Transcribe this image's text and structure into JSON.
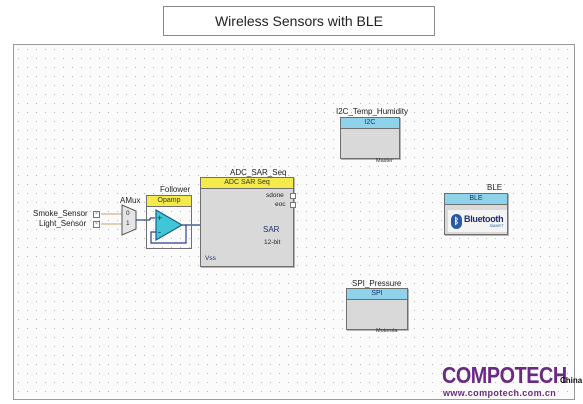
{
  "title": "Wireless Sensors with BLE",
  "inputs": {
    "smoke_sensor": "Smoke_Sensor",
    "light_sensor": "Light_Sensor"
  },
  "amux": {
    "name": "AMux",
    "pin0": "0",
    "pin1": "1"
  },
  "follower": {
    "name": "Follower",
    "type": "Opamp",
    "plus": "+",
    "minus": "-"
  },
  "adc": {
    "name": "ADC_SAR_Seq",
    "type": "ADC SAR Seq",
    "sdone": "sdone",
    "eoc": "eoc",
    "sar": "SAR",
    "resolution": "12-bit",
    "vss": "Vss"
  },
  "i2c": {
    "name": "I2C_Temp_Humidity",
    "type": "I2C",
    "mode": "Master"
  },
  "ble": {
    "name": "BLE",
    "type": "BLE",
    "logo_word": "Bluetooth",
    "logo_sub": "SMART"
  },
  "spi": {
    "name": "SPI_Pressure",
    "type": "SPI",
    "mode": "Motorola"
  },
  "watermark": {
    "brand": "COMPOTECH",
    "region": "China",
    "url": "www.compotech.com.cn"
  },
  "colors": {
    "component_header": "#8fd3ea",
    "adc_header": "#f4ea4a",
    "opamp_fill": "#3fc7d8",
    "wire": "#2a3f8f",
    "amux_wire": "#c9a06a",
    "watermark": "#6b2a82"
  },
  "icons": [
    "bluetooth-icon",
    "opamp-symbol",
    "mux-symbol",
    "ground-symbol",
    "sar-block"
  ]
}
